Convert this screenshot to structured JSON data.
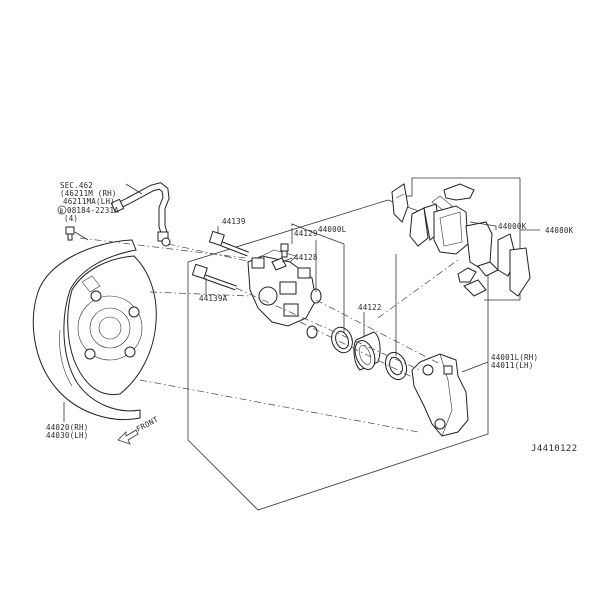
{
  "labels": {
    "sec462": "SEC.462",
    "p46211m": "(46211M (RH)",
    "p46211ma": "46211MA(LH)",
    "bolt_circle": "B",
    "bolt_no": "08184-2231A",
    "bolt_qty": "(4)",
    "p44139": "44139",
    "p44129": "44129",
    "p44128": "44128",
    "p44000l": "44000L",
    "p44139a": "44139A",
    "p44122": "44122",
    "p44000k": "44000K",
    "p44080k": "44080K",
    "p44001l": "44001L(RH)",
    "p44011": "44011(LH)",
    "p44020": "44020(RH)",
    "p44030": "44030(LH)",
    "front": "FRONT",
    "diagram_code": "J4410122"
  }
}
